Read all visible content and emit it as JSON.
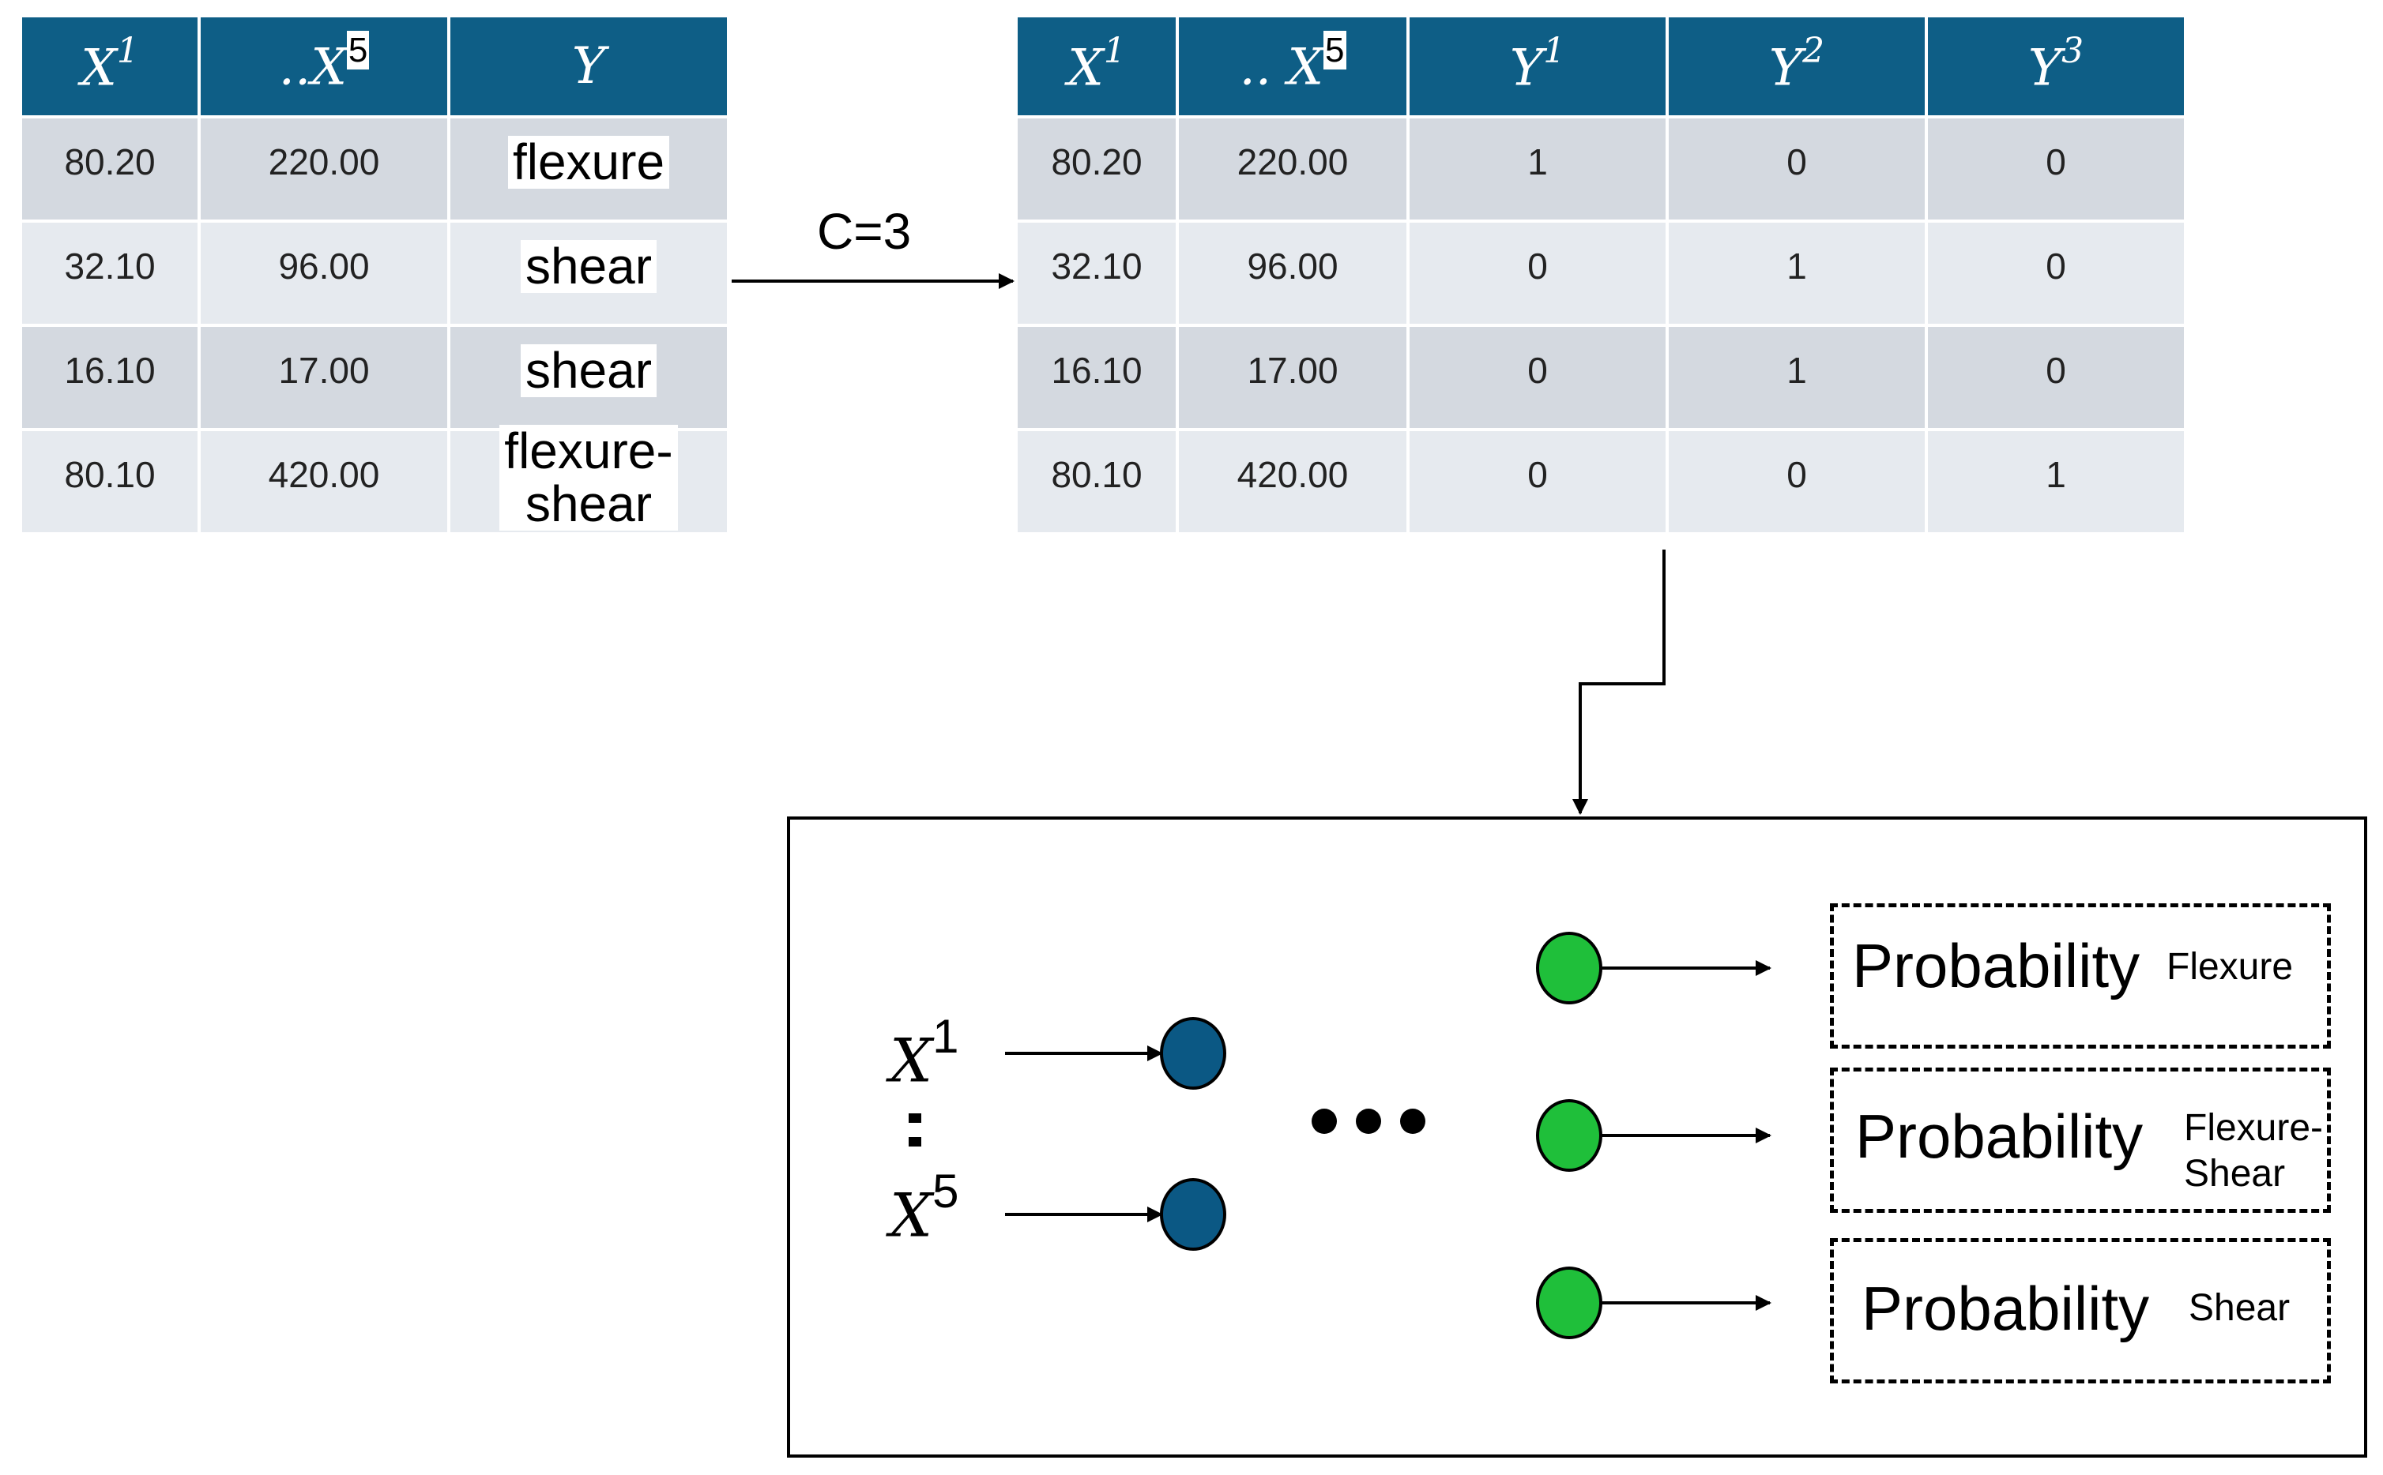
{
  "left_table": {
    "headers": [
      {
        "base": "X",
        "sup": "1"
      },
      {
        "base": "..X",
        "sup": "5"
      },
      {
        "base": "Y",
        "sup": ""
      }
    ],
    "rows": [
      {
        "x1": "80.20",
        "x5": "220.00",
        "y": "flexure"
      },
      {
        "x1": "32.10",
        "x5": "96.00",
        "y": "shear"
      },
      {
        "x1": "16.10",
        "x5": "17.00",
        "y": "shear"
      },
      {
        "x1": "80.10",
        "x5": "420.00",
        "y_line1": "flexure-",
        "y_line2": "shear"
      }
    ]
  },
  "arrow_label": "C=3",
  "right_table": {
    "headers": [
      {
        "base": "X",
        "sup": "1"
      },
      {
        "base": ".. X",
        "sup": "5"
      },
      {
        "base": "Y",
        "sup": "1"
      },
      {
        "base": "Y",
        "sup": "2"
      },
      {
        "base": "Y",
        "sup": "3"
      }
    ],
    "rows": [
      [
        "80.20",
        "220.00",
        "1",
        "0",
        "0"
      ],
      [
        "32.10",
        "96.00",
        "0",
        "1",
        "0"
      ],
      [
        "16.10",
        "17.00",
        "0",
        "1",
        "0"
      ],
      [
        "80.10",
        "420.00",
        "0",
        "0",
        "1"
      ]
    ]
  },
  "network": {
    "inputs": [
      {
        "base": "X",
        "sup": "1"
      },
      {
        "base": "X",
        "sup": "5"
      }
    ],
    "outputs": [
      {
        "label": "Probability",
        "class_line1": "Flexure",
        "class_line2": ""
      },
      {
        "label": "Probability",
        "class_line1": "Flexure-",
        "class_line2": "Shear"
      },
      {
        "label": "Probability",
        "class_line1": "Shear",
        "class_line2": ""
      }
    ],
    "colors": {
      "input_node": "#0b5884",
      "output_node": "#1fbf3a",
      "header": "#0e5e86"
    }
  }
}
